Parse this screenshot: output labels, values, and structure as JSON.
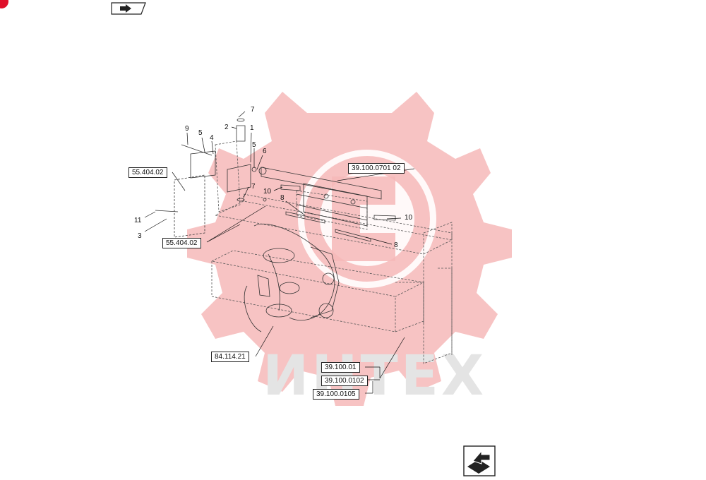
{
  "callouts": {
    "ref_55_404_02_top": "55.404.02",
    "ref_55_404_02_mid": "55.404.02",
    "ref_39_100_0701_02": "39.100.0701 02",
    "ref_84_114_21": "84.114.21",
    "ref_39_100_01": "39.100.01",
    "ref_39_100_0102": "39.100.0102",
    "ref_39_100_0105": "39.100.0105"
  },
  "item_numbers": {
    "n7_top": "7",
    "n2": "2",
    "n1": "1",
    "n9": "9",
    "n5_left": "5",
    "n4": "4",
    "n5_right": "5",
    "n6": "6",
    "n10_left": "10",
    "n8_top": "8",
    "n7_mid": "7",
    "n11": "11",
    "n3": "3",
    "n10_right": "10",
    "n8_bottom": "8"
  },
  "watermark": {
    "text": "ИНТЕХ",
    "color": "#f2a3a3"
  },
  "colors": {
    "brand_red": "#e0102a",
    "line": "#222222"
  },
  "icons": [
    "previous-page-icon",
    "next-page-icon",
    "corner-logo-icon"
  ]
}
